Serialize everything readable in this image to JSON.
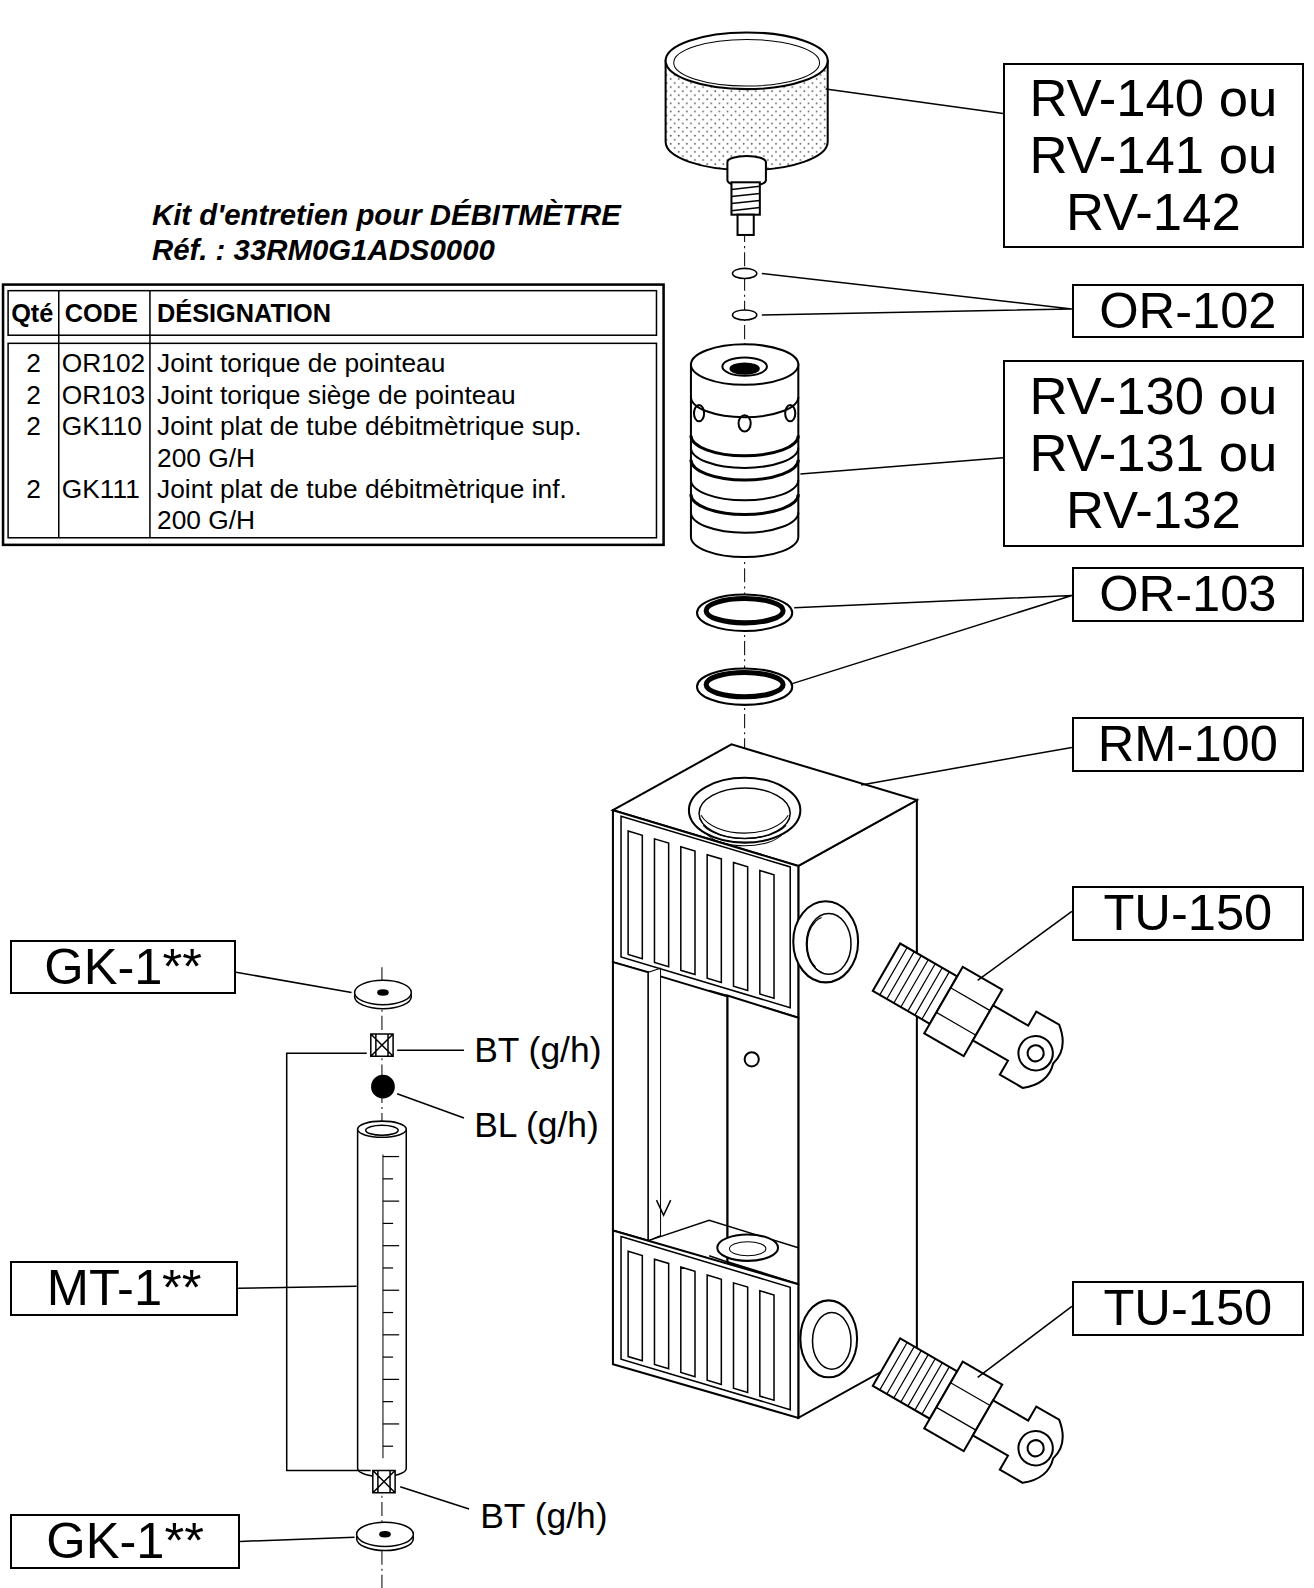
{
  "diagram": {
    "nodes": [
      {
        "text": [
          "RV-140 ou RV-141 ou RV-142"
        ]
      },
      {
        "text": [
          "OR-102"
        ]
      },
      {
        "text": [
          "RV-130 ou RV-131 ou RV-132"
        ]
      },
      {
        "text": [
          "OR-103"
        ]
      },
      {
        "text": [
          "RM-100"
        ]
      },
      {
        "text": [
          "TU-150"
        ]
      },
      {
        "text": [
          "GK-1**"
        ]
      },
      {
        "text": [
          "MT-1**"
        ]
      },
      {
        "text": [
          "TU-150"
        ]
      },
      {
        "text": [
          "GK-1**"
        ]
      }
    ],
    "labels": [
      "Kit d'entretien pour DÉBITMÈTRE",
      "Réf. : 33RM0G1ADS0000",
      "Qté",
      "CODE",
      "DÉSIGNATION",
      "2",
      "OR102",
      "Joint torique de pointeau",
      "2",
      "OR103",
      "Joint torique siège de pointeau",
      "2",
      "GK110",
      "Joint plat de tube débitmètrique sup. 200 G/H",
      "2",
      "GK111",
      "Joint plat de tube débitmètrique inf. 200 G/H",
      "BT (g/h)",
      "BL (g/h)",
      "BT (g/h)"
    ]
  }
}
